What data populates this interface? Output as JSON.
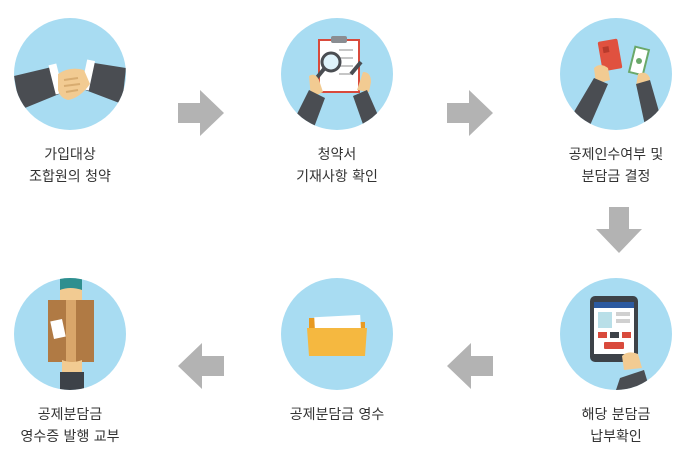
{
  "colors": {
    "circle": "#a8dcf2",
    "arrow": "#b3b3b3",
    "text": "#333333"
  },
  "steps": [
    {
      "icon": "handshake-icon",
      "lines": [
        "가입대상",
        "조합원의 청약"
      ]
    },
    {
      "icon": "document-magnifier-icon",
      "lines": [
        "청약서",
        "기재사항 확인"
      ]
    },
    {
      "icon": "wallet-money-icon",
      "lines": [
        "공제인수여부 및",
        "분담금 결정"
      ]
    },
    {
      "icon": "tablet-payment-icon",
      "lines": [
        "해당 분담금",
        "납부확인"
      ]
    },
    {
      "icon": "folder-icon",
      "lines": [
        "공제분담금 영수"
      ]
    },
    {
      "icon": "parcel-delivery-icon",
      "lines": [
        "공제분담금",
        "영수증 발행 교부"
      ]
    }
  ]
}
